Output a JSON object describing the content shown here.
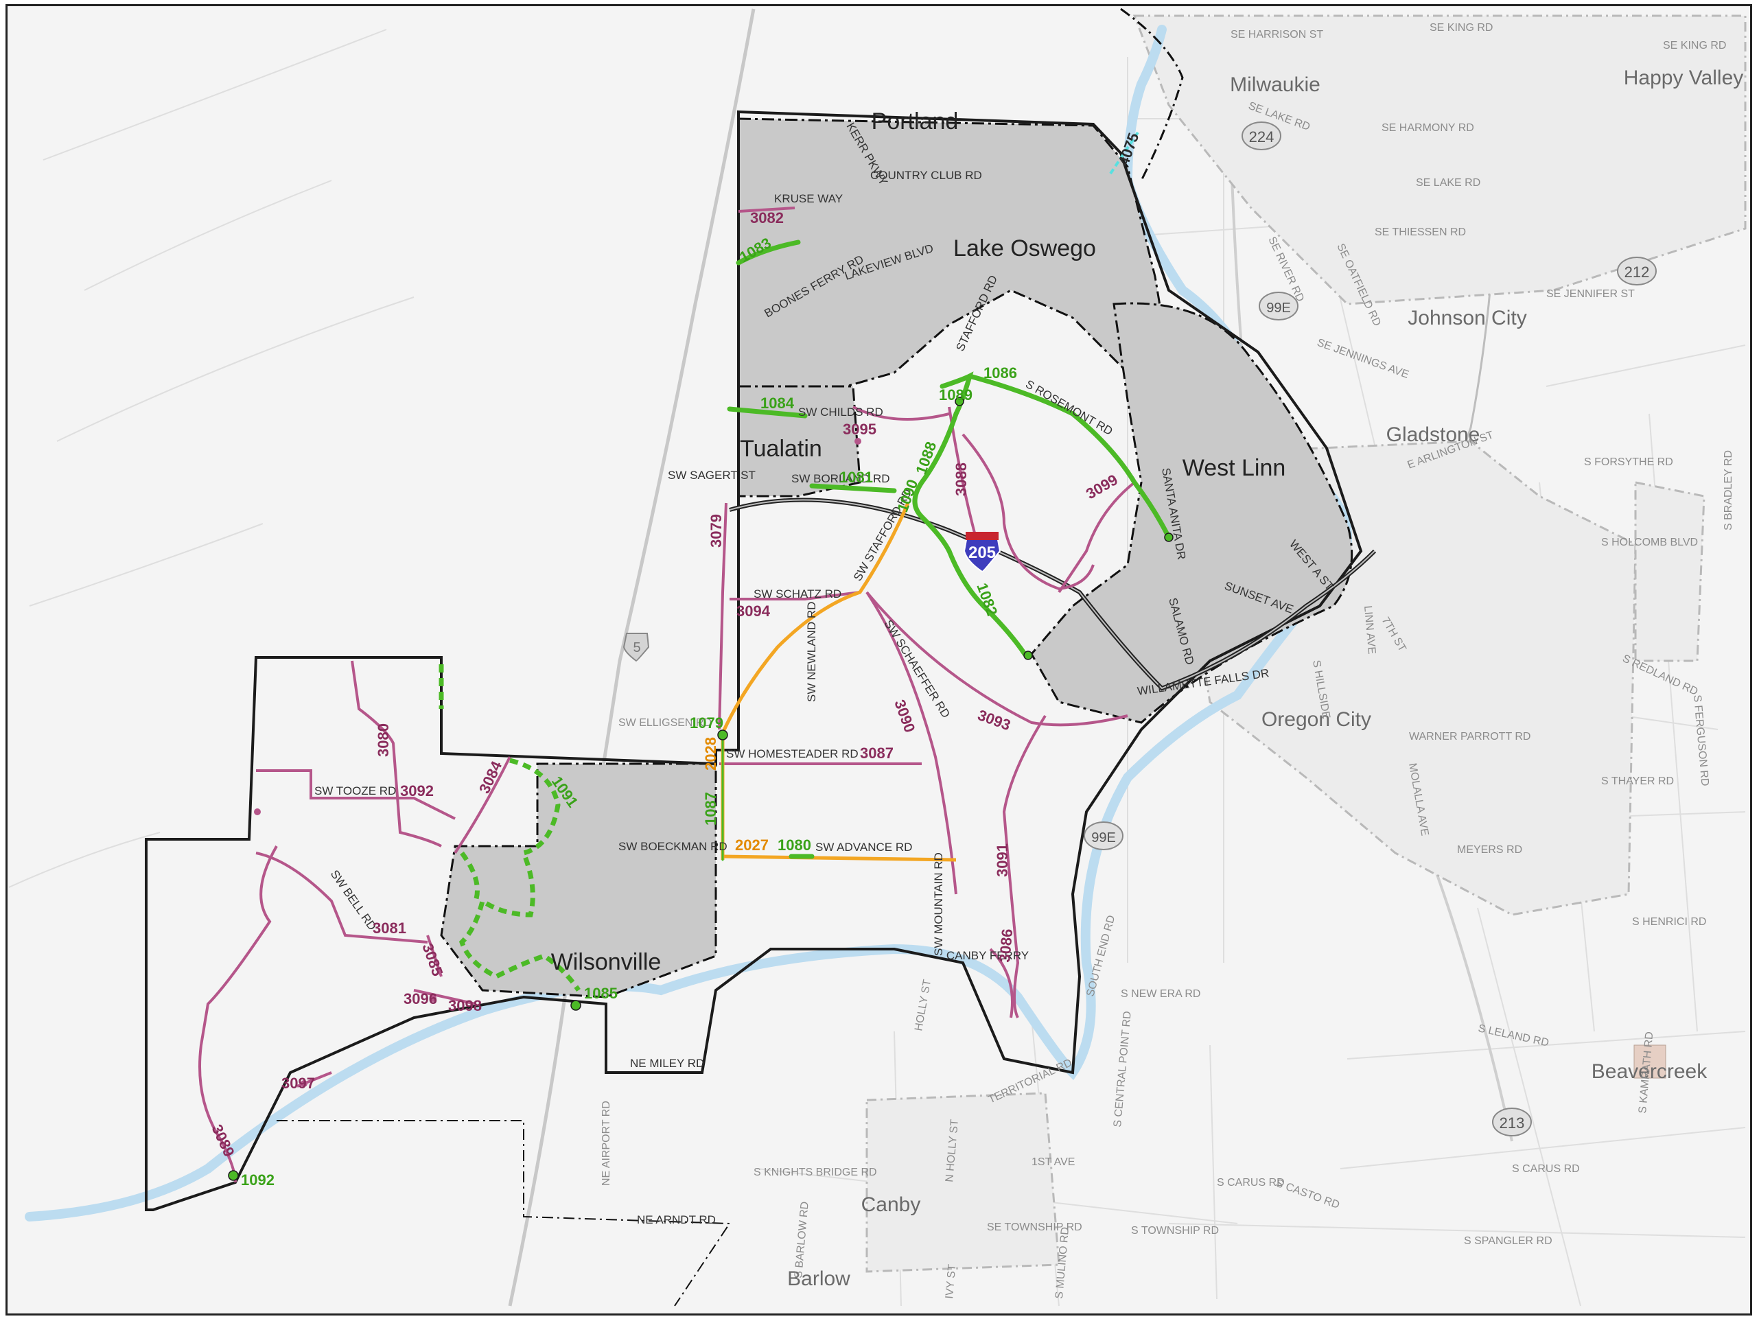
{
  "colors": {
    "project_green": "#4cba26",
    "project_pink": "#b5568a",
    "project_orange": "#f3a623",
    "project_cyan": "#59e0e0",
    "city_fill": "#c9c9c9",
    "county_outline": "#1b1b1b",
    "river": "#bcdcf0"
  },
  "places": {
    "portland": "Portland",
    "milwaukie": "Milwaukie",
    "happy_valley": "Happy Valley",
    "lake_oswego": "Lake Oswego",
    "johnson_city": "Johnson City",
    "tualatin": "Tualatin",
    "west_linn": "West Linn",
    "gladstone": "Gladstone",
    "oregon_city": "Oregon City",
    "wilsonville": "Wilsonville",
    "canby": "Canby",
    "barlow": "Barlow",
    "beavercreek": "Beavercreek",
    "canby_ferry": "CANBY FERRY"
  },
  "roads": {
    "se_harrison": "SE HARRISON ST",
    "se_king": "SE KING RD",
    "se_king_e": "SE KING RD",
    "se_lake": "SE LAKE RD",
    "se_harmony": "SE HARMONY RD",
    "se_lake_e": "SE LAKE RD",
    "se_thiessen": "SE THIESSEN RD",
    "se_jennifer": "SE JENNIFER ST",
    "se_jennings": "SE JENNINGS AVE",
    "kruse_way": "KRUSE WAY",
    "country_club": "COUNTRY CLUB RD",
    "lakeview": "LAKEVIEW BLVD",
    "stafford": "STAFFORD RD",
    "s_rosemont": "S ROSEMONT RD",
    "childs": "SW CHILDS RD",
    "borland": "SW BORLAND RD",
    "sagert": "SW SAGERT ST",
    "schatz": "SW SCHATZ RD",
    "sw_stafford": "SW STAFFORD RD",
    "newland": "SW NEWLAND RD",
    "schaeffer": "SW SCHAEFFER RD",
    "elligsen": "SW ELLIGSEN RD",
    "homesteader": "SW HOMESTEADER RD",
    "tooze": "SW TOOZE RD",
    "bell": "SW BELL RD",
    "boeckman": "SW BOECKMAN RD",
    "advance": "SW ADVANCE RD",
    "mountain": "SW MOUNTAIN RD",
    "miley": "NE MILEY RD",
    "airport": "NE AIRPORT RD",
    "arndt": "NE ARNDT RD",
    "knights_bridge": "S KNIGHTS BRIDGE RD",
    "territorial": "TERRITORIAL RD",
    "township": "SE TOWNSHIP RD",
    "s_township": "S TOWNSHIP RD",
    "spangler": "S SPANGLER RD",
    "carus": "S CARUS RD",
    "casto": "S CASTO RD",
    "s_carus_e": "S CARUS RD",
    "central_point": "S CENTRAL POINT RD",
    "new_era": "S NEW ERA RD",
    "leland": "S LELAND RD",
    "henrici": "S HENRICI RD",
    "thayer": "S THAYER RD",
    "redland": "S REDLAND RD",
    "ferguson": "S FERGUSON RD",
    "holcomb": "S HOLCOMB BLVD",
    "forsythe": "S FORSYTHE RD",
    "bradley": "S BRADLEY RD",
    "warner_parrott": "WARNER PARROTT RD",
    "molalla": "MOLALLA AVE",
    "meyers": "MEYERS RD",
    "willamette_falls": "WILLAMETTE FALLS DR",
    "salamo": "SALAMO RD",
    "sunset": "SUNSET AVE",
    "santa_anita": "SANTA ANITA DR",
    "west_a": "WEST A ST",
    "south_end": "SOUTH END RD",
    "e_arlington": "E ARLINGTON ST",
    "se_river": "SE RIVER RD",
    "se_oatfield": "SE OATFIELD RD",
    "lake_holly": "HOLLY ST",
    "ist_ave": "1ST AVE",
    "ivy": "IVY ST",
    "mulino": "S MULINO RD",
    "barlow_rd": "S BARLOW RD",
    "kamrath": "S KAMRATH RD",
    "n_holly": "N HOLLY ST",
    "linn_ave": "LINN AVE",
    "seventh": "7TH ST",
    "boones_ferry": "BOONES FERRY RD",
    "kerr_pkwy": "KERR PKWY",
    "hillside": "S HILLSIDE"
  },
  "shields": {
    "i205": "205",
    "i5": "5",
    "or224": "224",
    "or212": "212",
    "or99e_north": "99E",
    "or99e_south": "99E",
    "or213": "213"
  },
  "projects": {
    "p4075": "4075",
    "p3082": "3082",
    "p1083": "1083",
    "p1084": "1084",
    "p1086": "1086",
    "p1089": "1089",
    "p3095": "3095",
    "p1081": "1081",
    "p1088": "1088",
    "p1090": "1090",
    "p3088": "3088",
    "p3099": "3099",
    "p3079": "3079",
    "p1082": "1082",
    "p3094": "3094",
    "p3090": "3090",
    "p3093": "3093",
    "p1079": "1079",
    "p2028": "2028",
    "p3087": "3087",
    "p3080": "3080",
    "p3092": "3092",
    "p3084": "3084",
    "p1091": "1091",
    "p1087": "1087",
    "p2027": "2027",
    "p1080": "1080",
    "p3091": "3091",
    "p3081": "3081",
    "p3085": "3085",
    "p3096": "3096",
    "p3098": "3098",
    "p1085": "1085",
    "p3086": "3086",
    "p3097": "3097",
    "p3089": "3089",
    "p1092": "1092"
  }
}
